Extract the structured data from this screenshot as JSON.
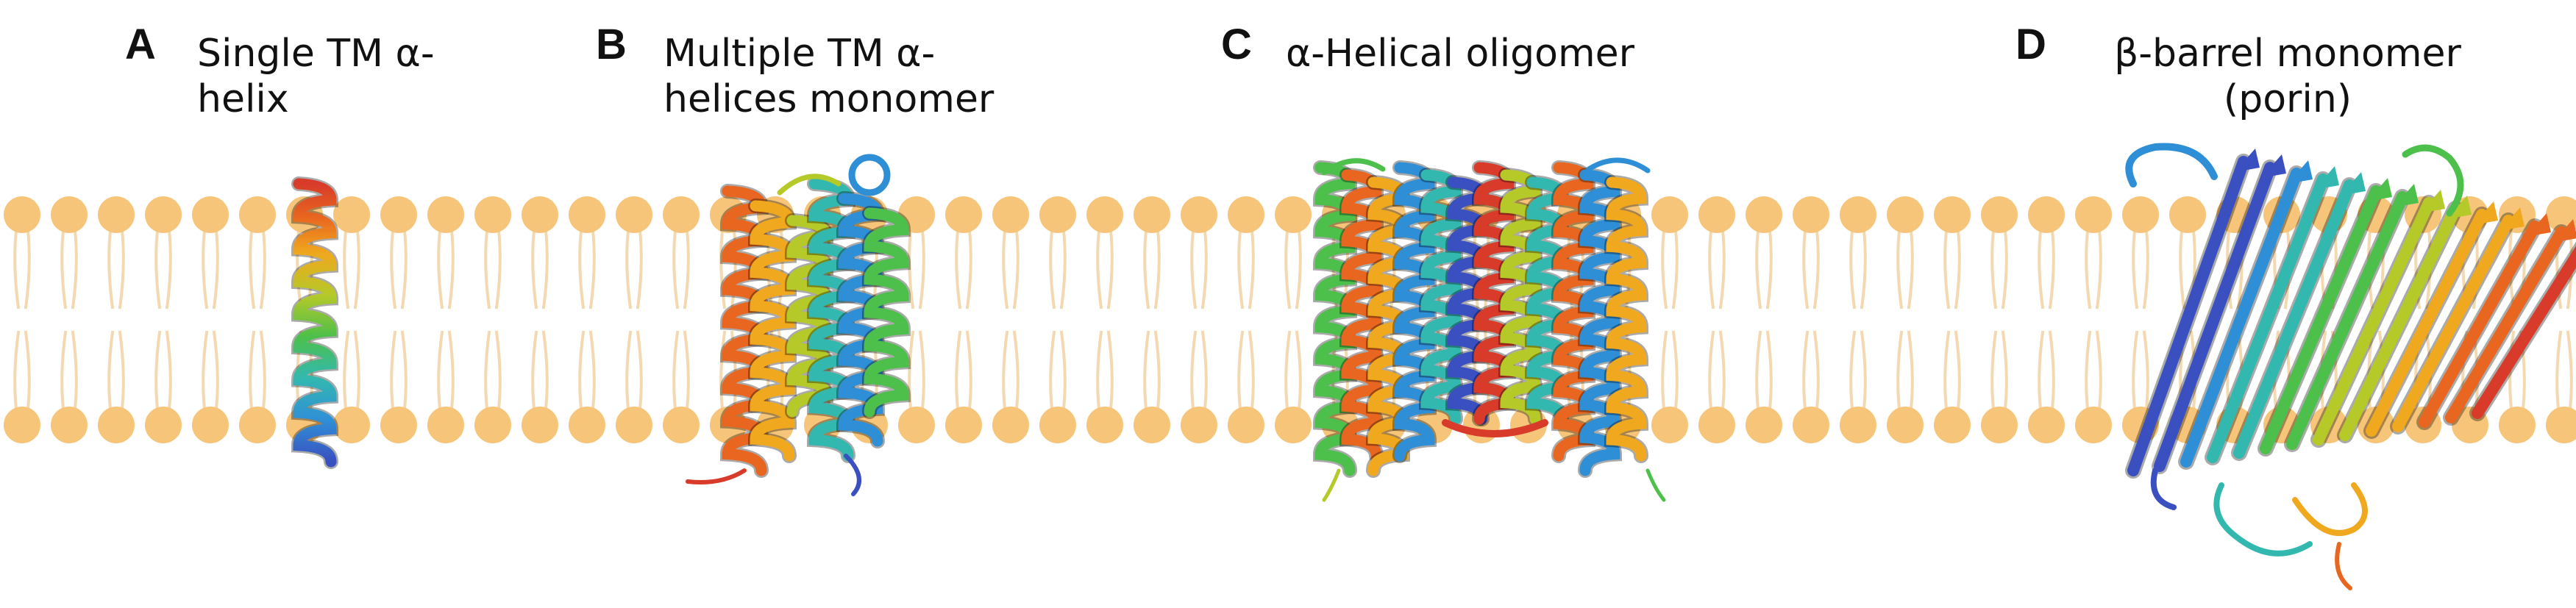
{
  "panels": [
    {
      "letter": "A",
      "title": "Single TM α-\nhelix",
      "title_align": "left"
    },
    {
      "letter": "B",
      "title": "Multiple TM α-\nhelices monomer",
      "title_align": "left"
    },
    {
      "letter": "C",
      "title": "α-Helical oligomer",
      "title_align": "left"
    },
    {
      "letter": "D",
      "title": "β-barrel monomer\n(porin)",
      "title_align": "center"
    }
  ],
  "colors": {
    "lipid_head": "#f6c57a",
    "lipid_tail": "#f3d9b0",
    "background": "#ffffff",
    "rainbow": [
      "#3a4fc0",
      "#2f8fd6",
      "#33b8b0",
      "#4cc04a",
      "#b5c928",
      "#f0a81e",
      "#e8661f",
      "#d83b2a"
    ]
  },
  "figure": {
    "membrane": "lipid-bilayer",
    "structures": [
      "single-helix",
      "helix-bundle-monomer",
      "helical-oligomer",
      "beta-barrel-porin"
    ]
  }
}
